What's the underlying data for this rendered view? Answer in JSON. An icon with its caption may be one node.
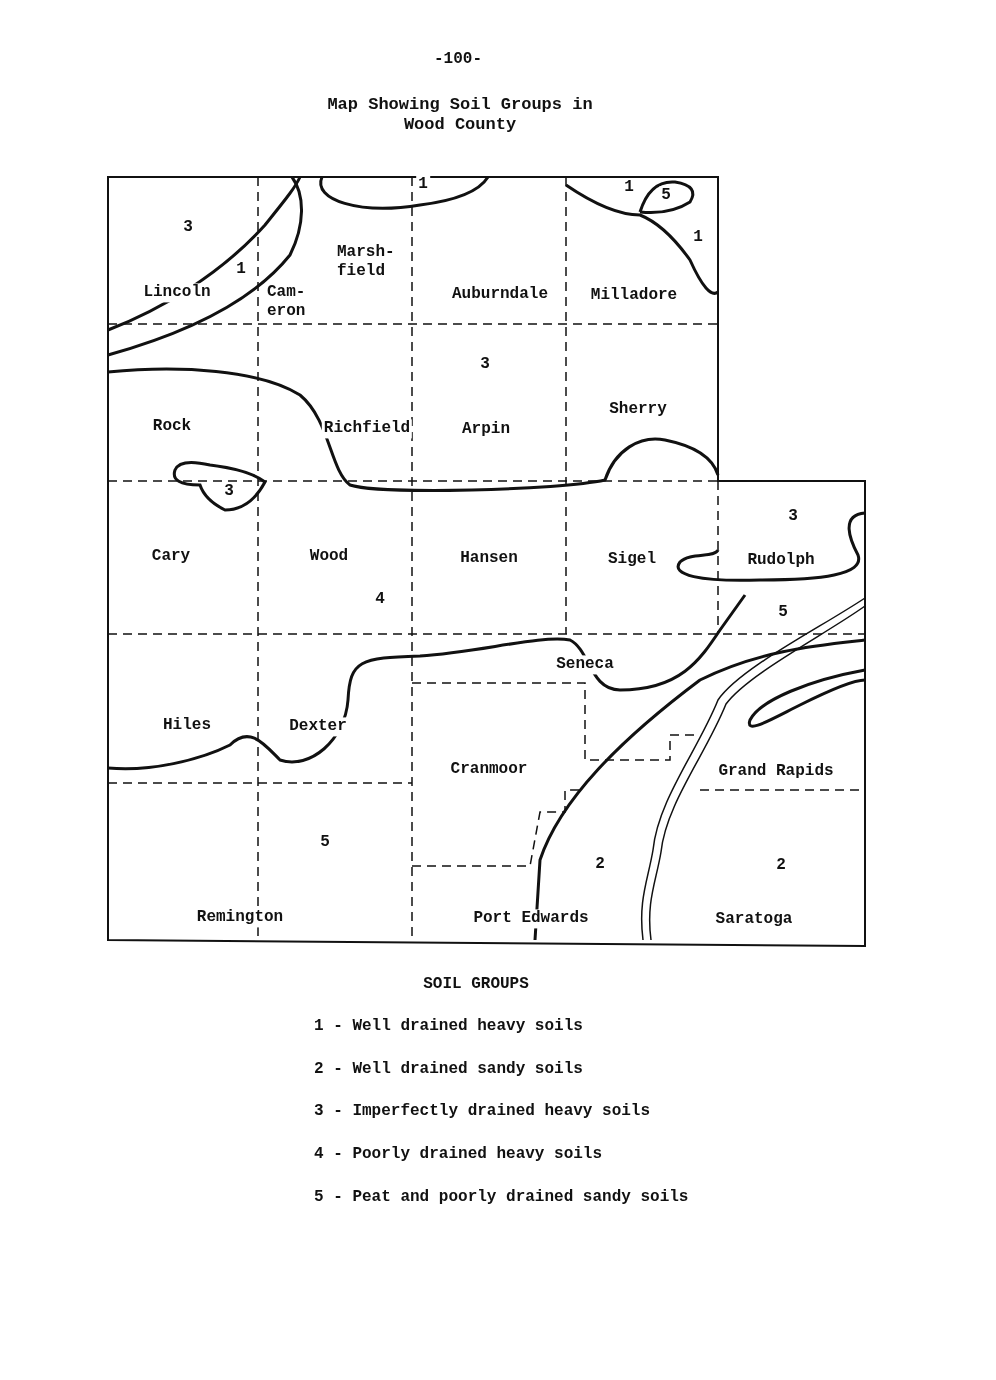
{
  "diagram": {
    "title": "Map Showing Soil Groups in Wood County",
    "labels": [
      "-100-",
      "1",
      "1",
      "5",
      "3",
      "1",
      "Marsh- field",
      "1",
      "Lincoln",
      "Cam- eron",
      "Auburndale",
      "Milladore",
      "3",
      "Sherry",
      "Rock",
      "Richfield",
      "Arpin",
      "3",
      "3",
      "Cary",
      "Wood",
      "Hansen",
      "Sigel",
      "Rudolph",
      "4",
      "5",
      "Seneca",
      "Hiles",
      "Dexter",
      "Cranmoor",
      "Grand Rapids",
      "5",
      "2",
      "2",
      "Remington",
      "Port Edwards",
      "Saratoga",
      "SOIL GROUPS",
      "1 - Well drained heavy soils",
      "2 - Well drained sandy soils",
      "3 - Imperfectly drained heavy soils",
      "4 - Poorly drained heavy soils",
      "5 - Peat and poorly drained sandy soils"
    ]
  }
}
